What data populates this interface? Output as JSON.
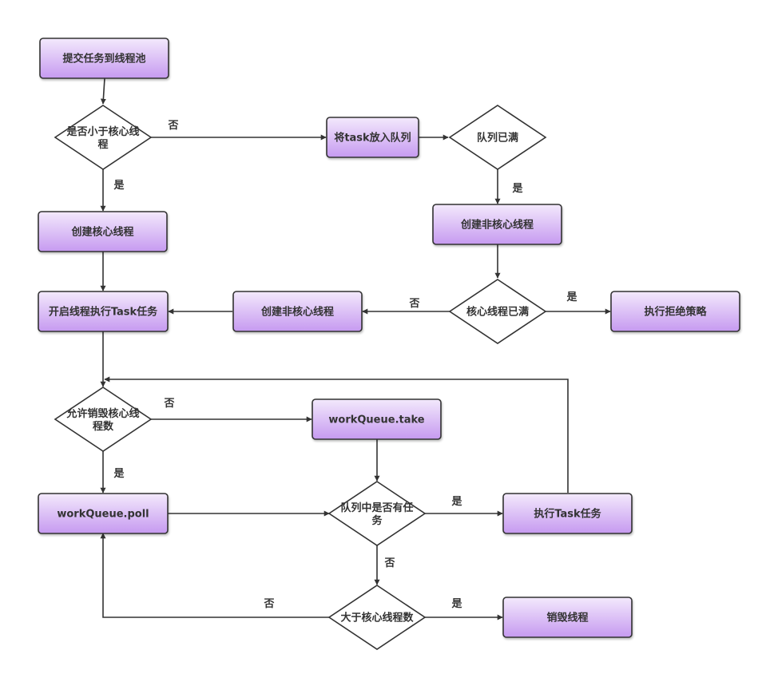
{
  "nodes": {
    "submit": "提交任务到线程池",
    "lt_core_1": "是否小于核心线",
    "lt_core_2": "程",
    "queue_task": "将task放入队列",
    "queue_full": "队列已满",
    "create_core": "创建核心线程",
    "create_noncore_a": "创建非核心线程",
    "core_full": "核心线程已满",
    "start_thread": "开启线程执行Task任务",
    "create_noncore_b": "创建非核心线程",
    "reject": "执行拒绝策略",
    "allow_destroy_1": "允许销毁核心线",
    "allow_destroy_2": "程数",
    "take": "workQueue.take",
    "poll": "workQueue.poll",
    "has_task_1": "队列中是否有任",
    "has_task_2": "务",
    "exec_task": "执行Task任务",
    "gt_core": "大于核心线程数",
    "destroy": "销毁线程"
  },
  "edges": {
    "lt_no": "否",
    "lt_yes": "是",
    "queue_full_yes": "是",
    "core_full_no": "否",
    "core_full_yes": "是",
    "allow_no": "否",
    "allow_yes": "是",
    "has_yes": "是",
    "has_no": "否",
    "gt_no": "否",
    "gt_yes": "是"
  },
  "colors": {
    "box_fill_top": "#f3e9fc",
    "box_fill_bottom": "#c69af0",
    "stroke": "#333333"
  }
}
